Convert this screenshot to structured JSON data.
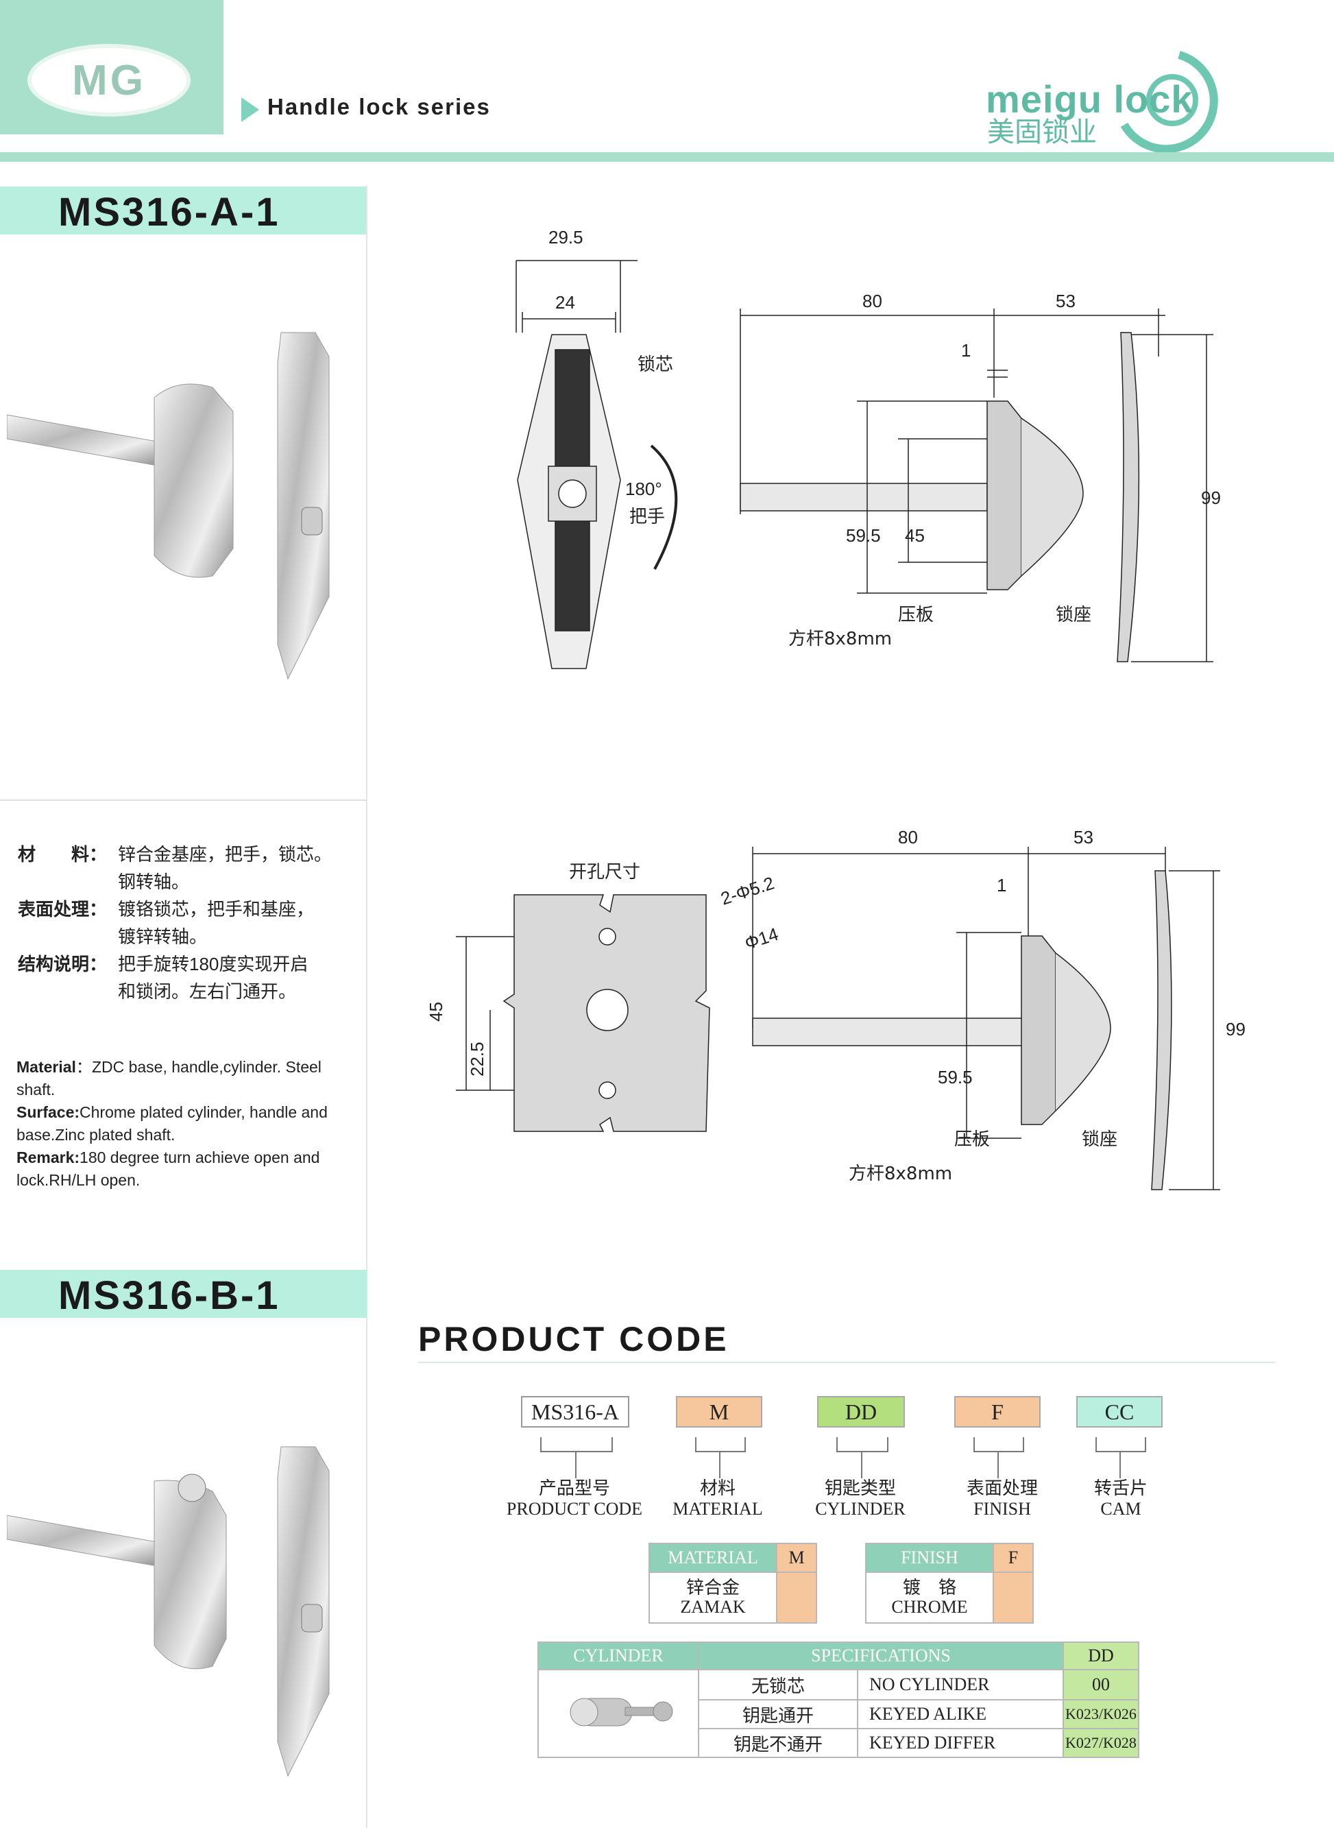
{
  "header": {
    "logo_text": "MG",
    "series_label": "Handle lock series",
    "brand_name": "meigu lock",
    "brand_cn": "美固锁业"
  },
  "products": [
    {
      "code": "MS316-A-1"
    },
    {
      "code": "MS316-B-1"
    }
  ],
  "specs_cn": [
    {
      "label": "材　　料：",
      "lines": [
        "锌合金基座，把手，锁芯。",
        "钢转轴。"
      ]
    },
    {
      "label": "表面处理：",
      "lines": [
        "镀铬锁芯，把手和基座，",
        "镀锌转轴。"
      ]
    },
    {
      "label": "结构说明：",
      "lines": [
        "把手旋转180度实现开启",
        "和锁闭。左右门通开。"
      ]
    }
  ],
  "specs_en": {
    "material_label": "Material",
    "material": "：ZDC base, handle,cylinder. Steel shaft.",
    "surface_label": "Surface:",
    "surface": "Chrome plated cylinder, handle and base.Zinc plated shaft.",
    "remark_label": "Remark:",
    "remark": "180 degree turn achieve open and lock.RH/LH open."
  },
  "drawing_top": {
    "dim_width_outer": "29.5",
    "dim_width_inner": "24",
    "label_cylinder": "锁芯",
    "rotation": "180°",
    "label_handle": "把手",
    "dim_shaft": "80",
    "dim_handle_depth": "53",
    "dim_plate": "1",
    "dim_height": "99",
    "dim_hole_span": "59.5",
    "dim_hole_inner": "45",
    "label_plate": "压板",
    "label_seat": "锁座",
    "label_shaft": "方杆8x8mm"
  },
  "drawing_cutout": {
    "title": "开孔尺寸",
    "holes": "2-Φ5.2",
    "center_hole": "Φ14",
    "dim_total": "45",
    "dim_half": "22.5"
  },
  "drawing_bottom": {
    "dim_shaft": "80",
    "dim_handle_depth": "53",
    "dim_plate": "1",
    "dim_height": "99",
    "dim_hole_span": "59.5",
    "label_plate": "压板",
    "label_seat": "锁座",
    "label_shaft": "方杆8x8mm"
  },
  "product_code": {
    "title": "PRODUCT CODE",
    "codes": [
      {
        "value": "MS316-A",
        "cn": "产品型号",
        "en": "PRODUCT CODE",
        "color": "#ffffff"
      },
      {
        "value": "M",
        "cn": "材料",
        "en": "MATERIAL",
        "color": "#f6c79c"
      },
      {
        "value": "DD",
        "cn": "钥匙类型",
        "en": "CYLINDER",
        "color": "#b4df7e"
      },
      {
        "value": "F",
        "cn": "表面处理",
        "en": "FINISH",
        "color": "#f6c79c"
      },
      {
        "value": "CC",
        "cn": "转舌片",
        "en": "CAM",
        "color": "#b9efde"
      }
    ],
    "material_table": {
      "header": "MATERIAL",
      "code": "M",
      "cn": "锌合金",
      "en": "ZAMAK"
    },
    "finish_table": {
      "header": "FINISH",
      "code": "F",
      "cn": "镀　铬",
      "en": "CHROME"
    },
    "cylinder_table": {
      "header_cylinder": "CYLINDER",
      "header_specs": "SPECIFICATIONS",
      "header_code": "DD",
      "rows": [
        {
          "cn": "无锁芯",
          "en": "NO CYLINDER",
          "code": "00"
        },
        {
          "cn": "钥匙通开",
          "en": "KEYED ALIKE",
          "code": "K023/K026"
        },
        {
          "cn": "钥匙不通开",
          "en": "KEYED DIFFER",
          "code": "K027/K028"
        }
      ]
    }
  }
}
